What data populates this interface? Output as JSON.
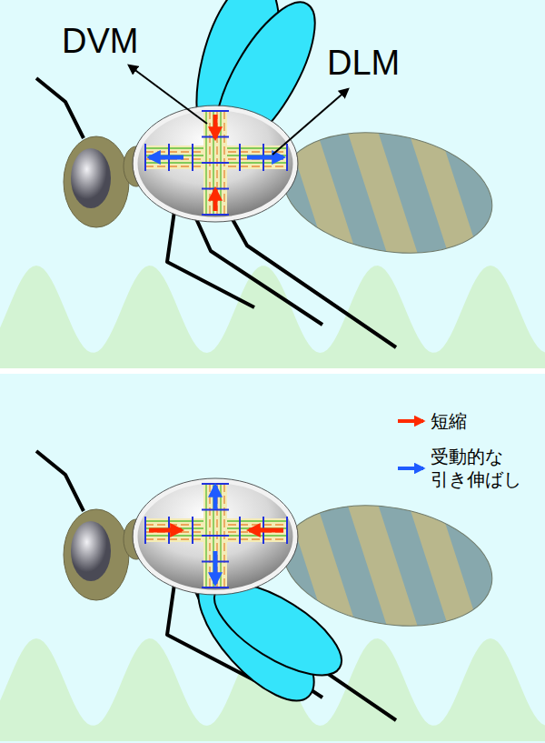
{
  "diagram": {
    "labels": [
      "DVM",
      "DLM"
    ],
    "legend": [
      {
        "text": "短縮"
      },
      {
        "text": "受動的な 引き伸ばし"
      }
    ]
  }
}
